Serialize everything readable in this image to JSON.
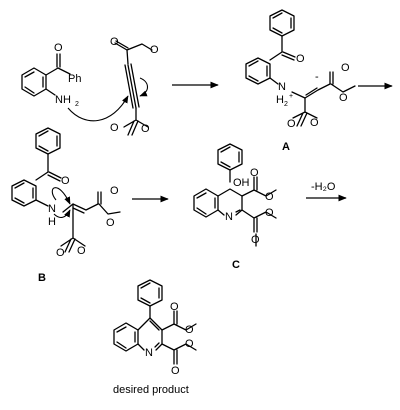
{
  "scheme": {
    "atoms": {
      "oxygen": "O",
      "nitrogen": "N",
      "hydrogen": "H",
      "hydroxyl": "OH",
      "phenyl": "Ph",
      "amine": "NH",
      "amine_sub": "2",
      "nh_h2": "H",
      "nh_h2_sub": "2",
      "plus": "+",
      "minus": "-"
    },
    "labels": {
      "A": "A",
      "B": "B",
      "C": "C"
    },
    "dehydration": "-H₂O",
    "caption": "desired product"
  }
}
